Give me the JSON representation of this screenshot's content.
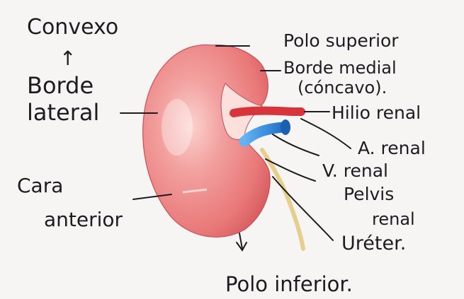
{
  "labels": {
    "convexo": "Convexo",
    "up_arrow": "↑",
    "borde_lateral_1": "Borde",
    "borde_lateral_2": "lateral",
    "cara_anterior_1": "Cara",
    "cara_anterior_2": "anterior",
    "polo_superior": "Polo superior",
    "borde_medial_1": "Borde medial",
    "borde_medial_2": "(cóncavo).",
    "hilio_renal": "Hilio renal",
    "a_renal": "A. renal",
    "v_renal": "V. renal",
    "pelvis_1": "Pelvis",
    "pelvis_2": "renal",
    "ureter": "Uréter.",
    "polo_inferior": "Polo inferior."
  },
  "colors": {
    "kidney": "#ef8a8a",
    "kidney_highlight": "#f9c4c0",
    "artery": "#d8343c",
    "vein": "#2f8fe0",
    "ureter": "#e6cf8c",
    "ink": "#1c1c22"
  }
}
